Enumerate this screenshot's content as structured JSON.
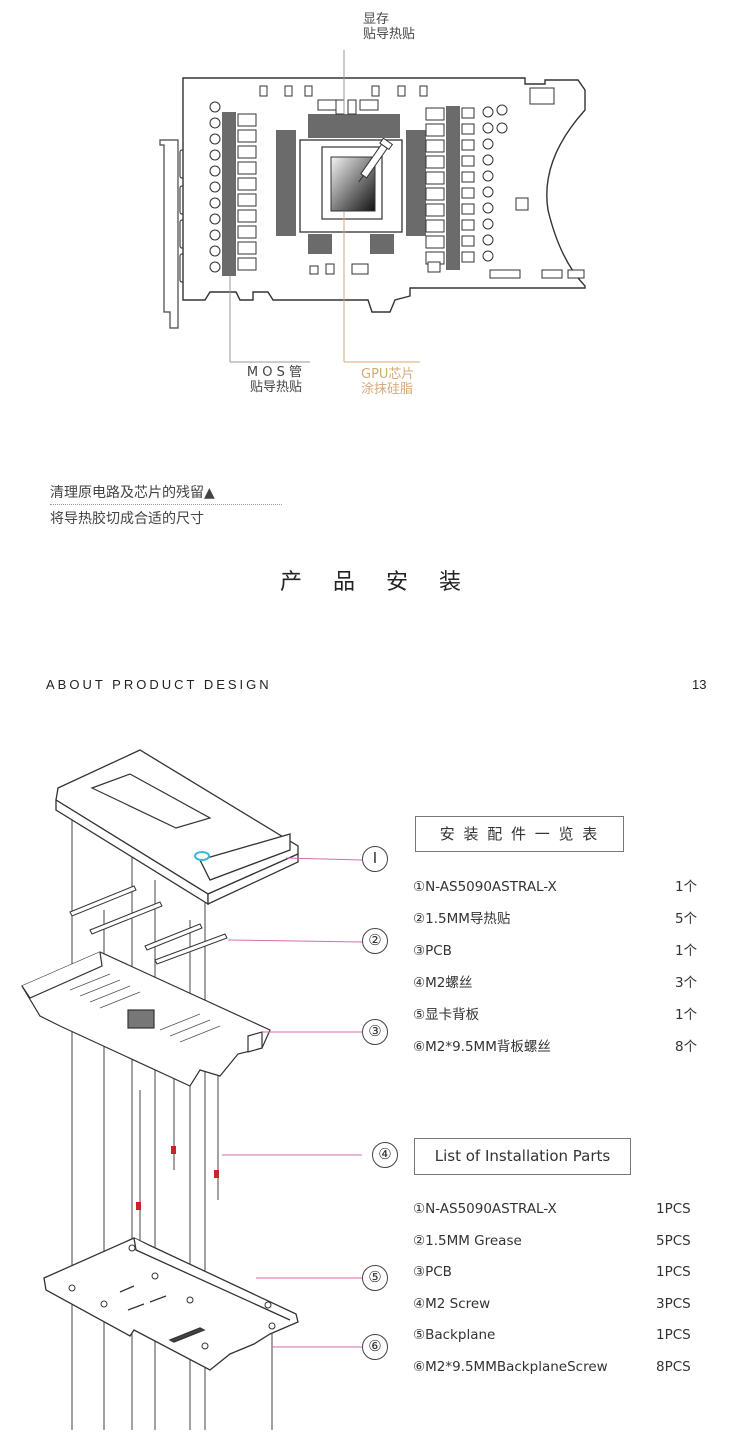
{
  "top_diagram": {
    "label_vram": [
      "显存",
      "贴导热贴"
    ],
    "label_mos": [
      "M O S 管",
      "贴导热贴"
    ],
    "label_gpu": [
      "GPU芯片",
      "涂抹硅脂"
    ]
  },
  "notes": {
    "line1": "清理原电路及芯片的残留▲",
    "line2": "将导热胶切成合适的尺寸"
  },
  "section_title": "产 品 安 装",
  "about": "ABOUT PRODUCT DESIGN",
  "page_number": "13",
  "callouts": [
    "Ⅰ",
    "②",
    "③",
    "④",
    "⑤",
    "⑥"
  ],
  "parts_cn": {
    "title": "安 装 配 件 一 览 表",
    "items": [
      {
        "name": "①N-AS5090ASTRAL-X",
        "qty": "1个"
      },
      {
        "name": "②1.5MM导热贴",
        "qty": "5个"
      },
      {
        "name": "③PCB",
        "qty": "1个"
      },
      {
        "name": "④M2螺丝",
        "qty": "3个"
      },
      {
        "name": "⑤显卡背板",
        "qty": "1个"
      },
      {
        "name": "⑥M2*9.5MM背板螺丝",
        "qty": "8个"
      }
    ]
  },
  "parts_en": {
    "title": "List of Installation Parts",
    "items": [
      {
        "name": "①N-AS5090ASTRAL-X",
        "qty": "1PCS"
      },
      {
        "name": "②1.5MM Grease",
        "qty": "5PCS"
      },
      {
        "name": "③PCB",
        "qty": "1PCS"
      },
      {
        "name": "④M2 Screw",
        "qty": "3PCS"
      },
      {
        "name": "⑤Backplane",
        "qty": "1PCS"
      },
      {
        "name": "⑥M2*9.5MMBackplaneScrew",
        "qty": "8PCS"
      }
    ]
  },
  "colors": {
    "leader_pink": "#d96ab0",
    "leader_gold": "#d4aa78",
    "leader_gray": "#999999",
    "screw_red": "#d0212a",
    "ring_cyan": "#39b8d8",
    "pad_dark": "#6b6b6b"
  }
}
